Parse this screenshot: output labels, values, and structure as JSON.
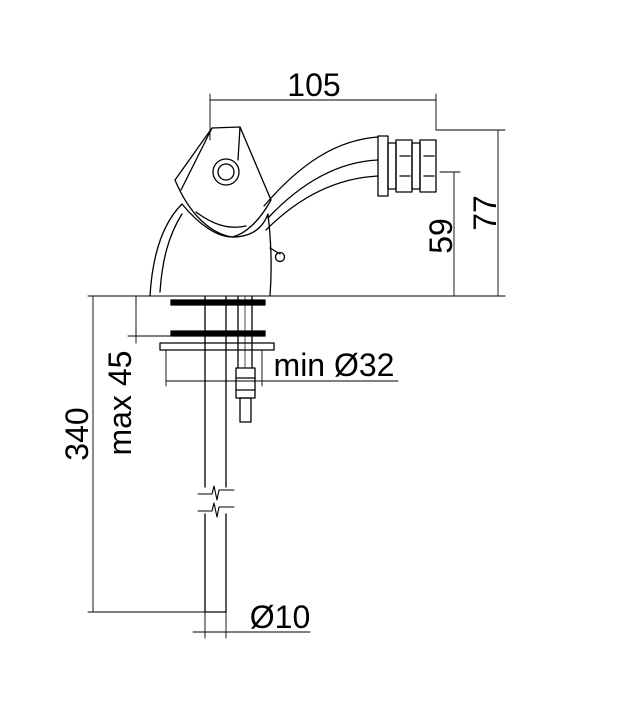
{
  "dimensions": {
    "width_top": "105",
    "height_overall": "77",
    "height_spout": "59",
    "length_total": "340",
    "max_thickness": "max 45",
    "min_hole": "min Ø32",
    "pipe_diameter": "Ø10"
  },
  "colors": {
    "line": "#000000",
    "background": "#ffffff"
  }
}
